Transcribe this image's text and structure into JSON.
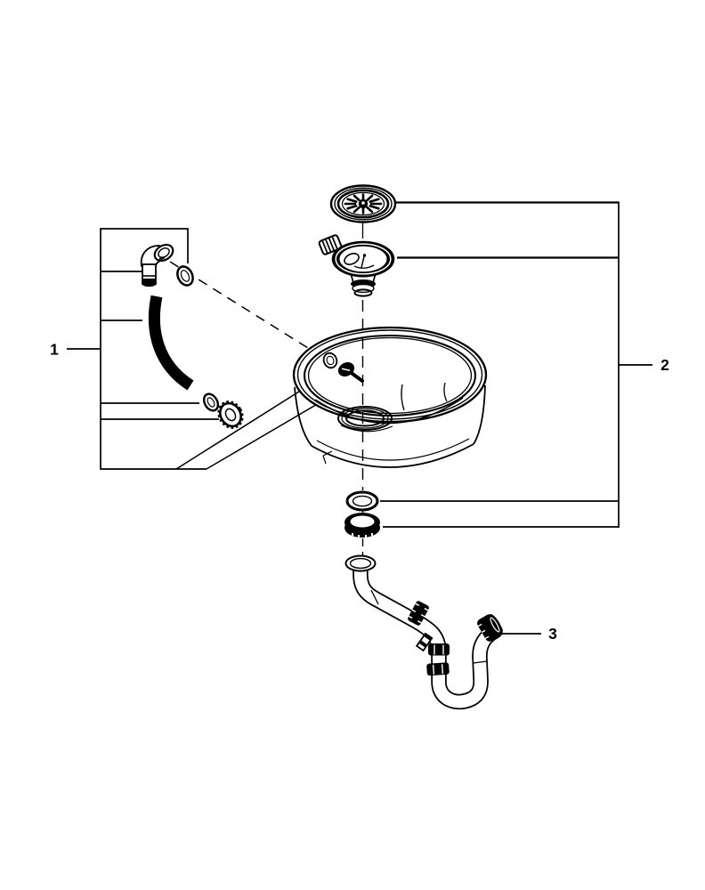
{
  "diagram": {
    "kind": "exploded-parts-diagram",
    "callouts": [
      {
        "label": "1"
      },
      {
        "label": "2"
      },
      {
        "label": "3"
      }
    ],
    "colors": {
      "line": "#000000",
      "background": "#ffffff",
      "part_fill": "#ffffff",
      "part_dark": "#000000"
    }
  }
}
